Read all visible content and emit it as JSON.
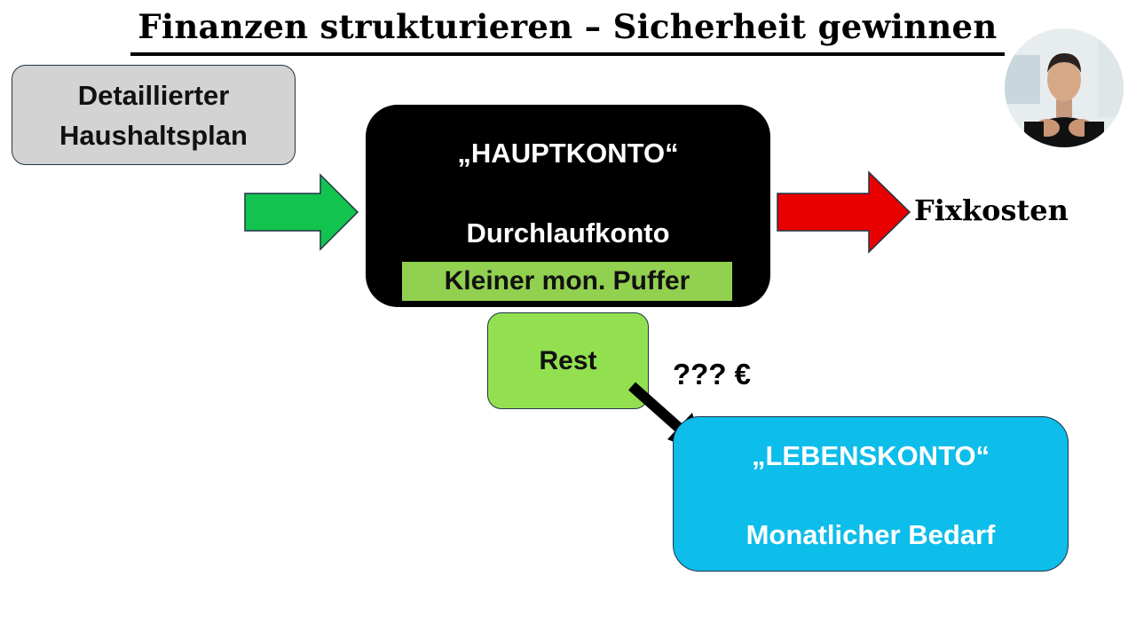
{
  "title": "Finanzen strukturieren – Sicherheit gewinnen",
  "boxes": {
    "plan": {
      "line1": "Detaillierter",
      "line2": "Haushaltsplan",
      "color": "#d3d3d3"
    },
    "main": {
      "title": "„HAUPTKONTO“",
      "subtitle": "Durchlaufkonto",
      "buffer": "Kleiner mon. Puffer",
      "color": "#000000",
      "buffer_color": "#92d050"
    },
    "rest": {
      "label": "Rest",
      "color": "#92e050"
    },
    "life": {
      "title": "„LEBENSKONTO“",
      "subtitle": "Monatlicher Bedarf",
      "color": "#0dbdea"
    }
  },
  "labels": {
    "fixed_costs": "Fixkosten",
    "amount": "??? €"
  },
  "arrows": {
    "inflow_color": "#12c44e",
    "outflow_color": "#e80000",
    "transfer_color": "#000000"
  },
  "presenter": {
    "icon": "presenter-webcam-avatar"
  }
}
